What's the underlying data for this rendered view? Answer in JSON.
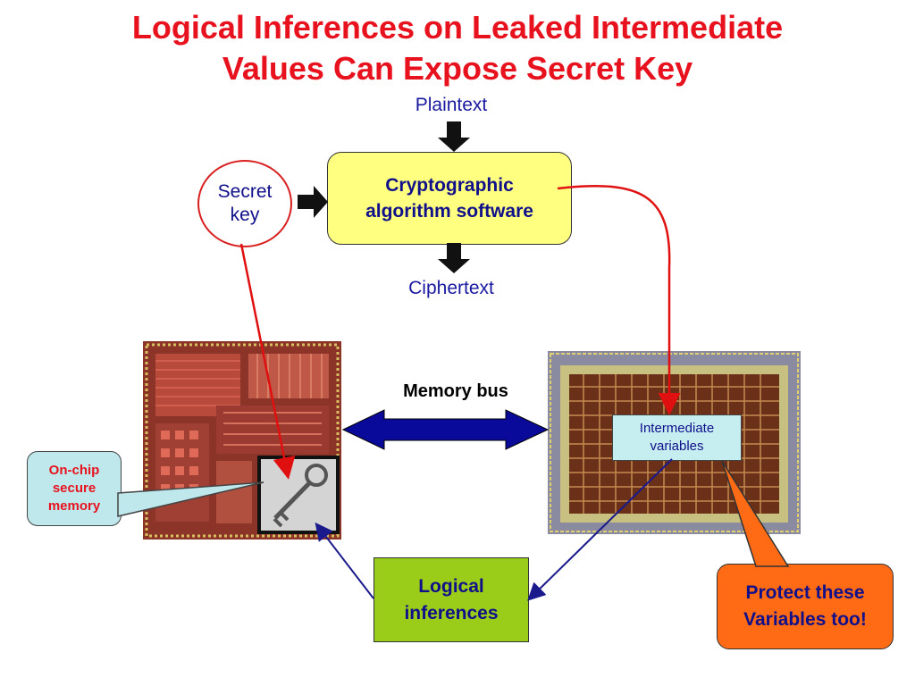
{
  "title": {
    "line1": "Logical Inferences on Leaked Intermediate",
    "line2": "Values Can Expose Secret Key"
  },
  "flow": {
    "plaintext": "Plaintext",
    "ciphertext": "Ciphertext",
    "crypto_line1": "Cryptographic",
    "crypto_line2": "algorithm software",
    "secret_line1": "Secret",
    "secret_line2": "key"
  },
  "hardware": {
    "memory_bus": "Memory bus",
    "onchip_line1": "On-chip",
    "onchip_line2": "secure",
    "onchip_line3": "memory",
    "intermediate_line1": "Intermediate",
    "intermediate_line2": "variables",
    "left_chip_icon": "chip-die-image",
    "right_chip_icon": "chip-die-image",
    "key_icon": "key-icon"
  },
  "inference": {
    "line1": "Logical",
    "line2": "inferences"
  },
  "protect": {
    "line1": "Protect these",
    "line2": "Variables too!"
  },
  "colors": {
    "title": "#e8121e",
    "crypto_box": "#ffff80",
    "logical_box": "#9acd1a",
    "protect_box": "#ff6a14",
    "callout": "#bfe8ec",
    "bus_arrow": "#0a0a9a",
    "red_arrow": "#e01010",
    "navy_arrow": "#1a1a8c"
  }
}
